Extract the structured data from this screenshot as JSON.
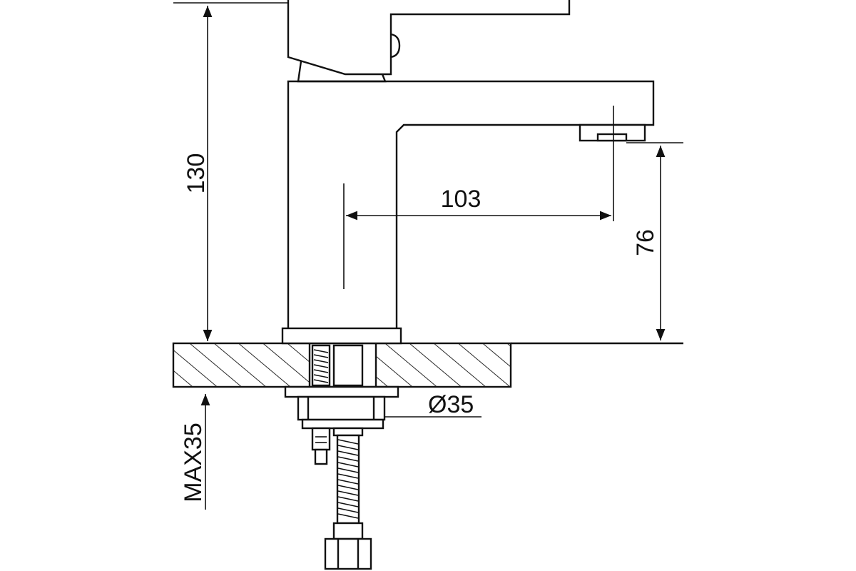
{
  "dimensions": {
    "height_total": "130",
    "spout_reach": "103",
    "spout_height": "76",
    "base_diameter": "Ø35",
    "max_counter_thickness": "MAX35"
  }
}
